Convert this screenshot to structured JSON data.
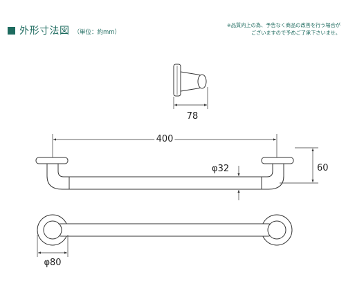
{
  "header": {
    "title": "外形寸法図",
    "unit": "（単位：約mm）"
  },
  "note": {
    "line1": "※品質向上の為、予告なく商品の改善を行う場合が",
    "line2": "ございますので予めご了承下さいませ。"
  },
  "dimensions": {
    "projection": "78",
    "length": "400",
    "height": "60",
    "pipe_diameter": "φ32",
    "base_diameter": "φ80"
  },
  "colors": {
    "accent": "#1e6b5f",
    "line": "#333333"
  }
}
